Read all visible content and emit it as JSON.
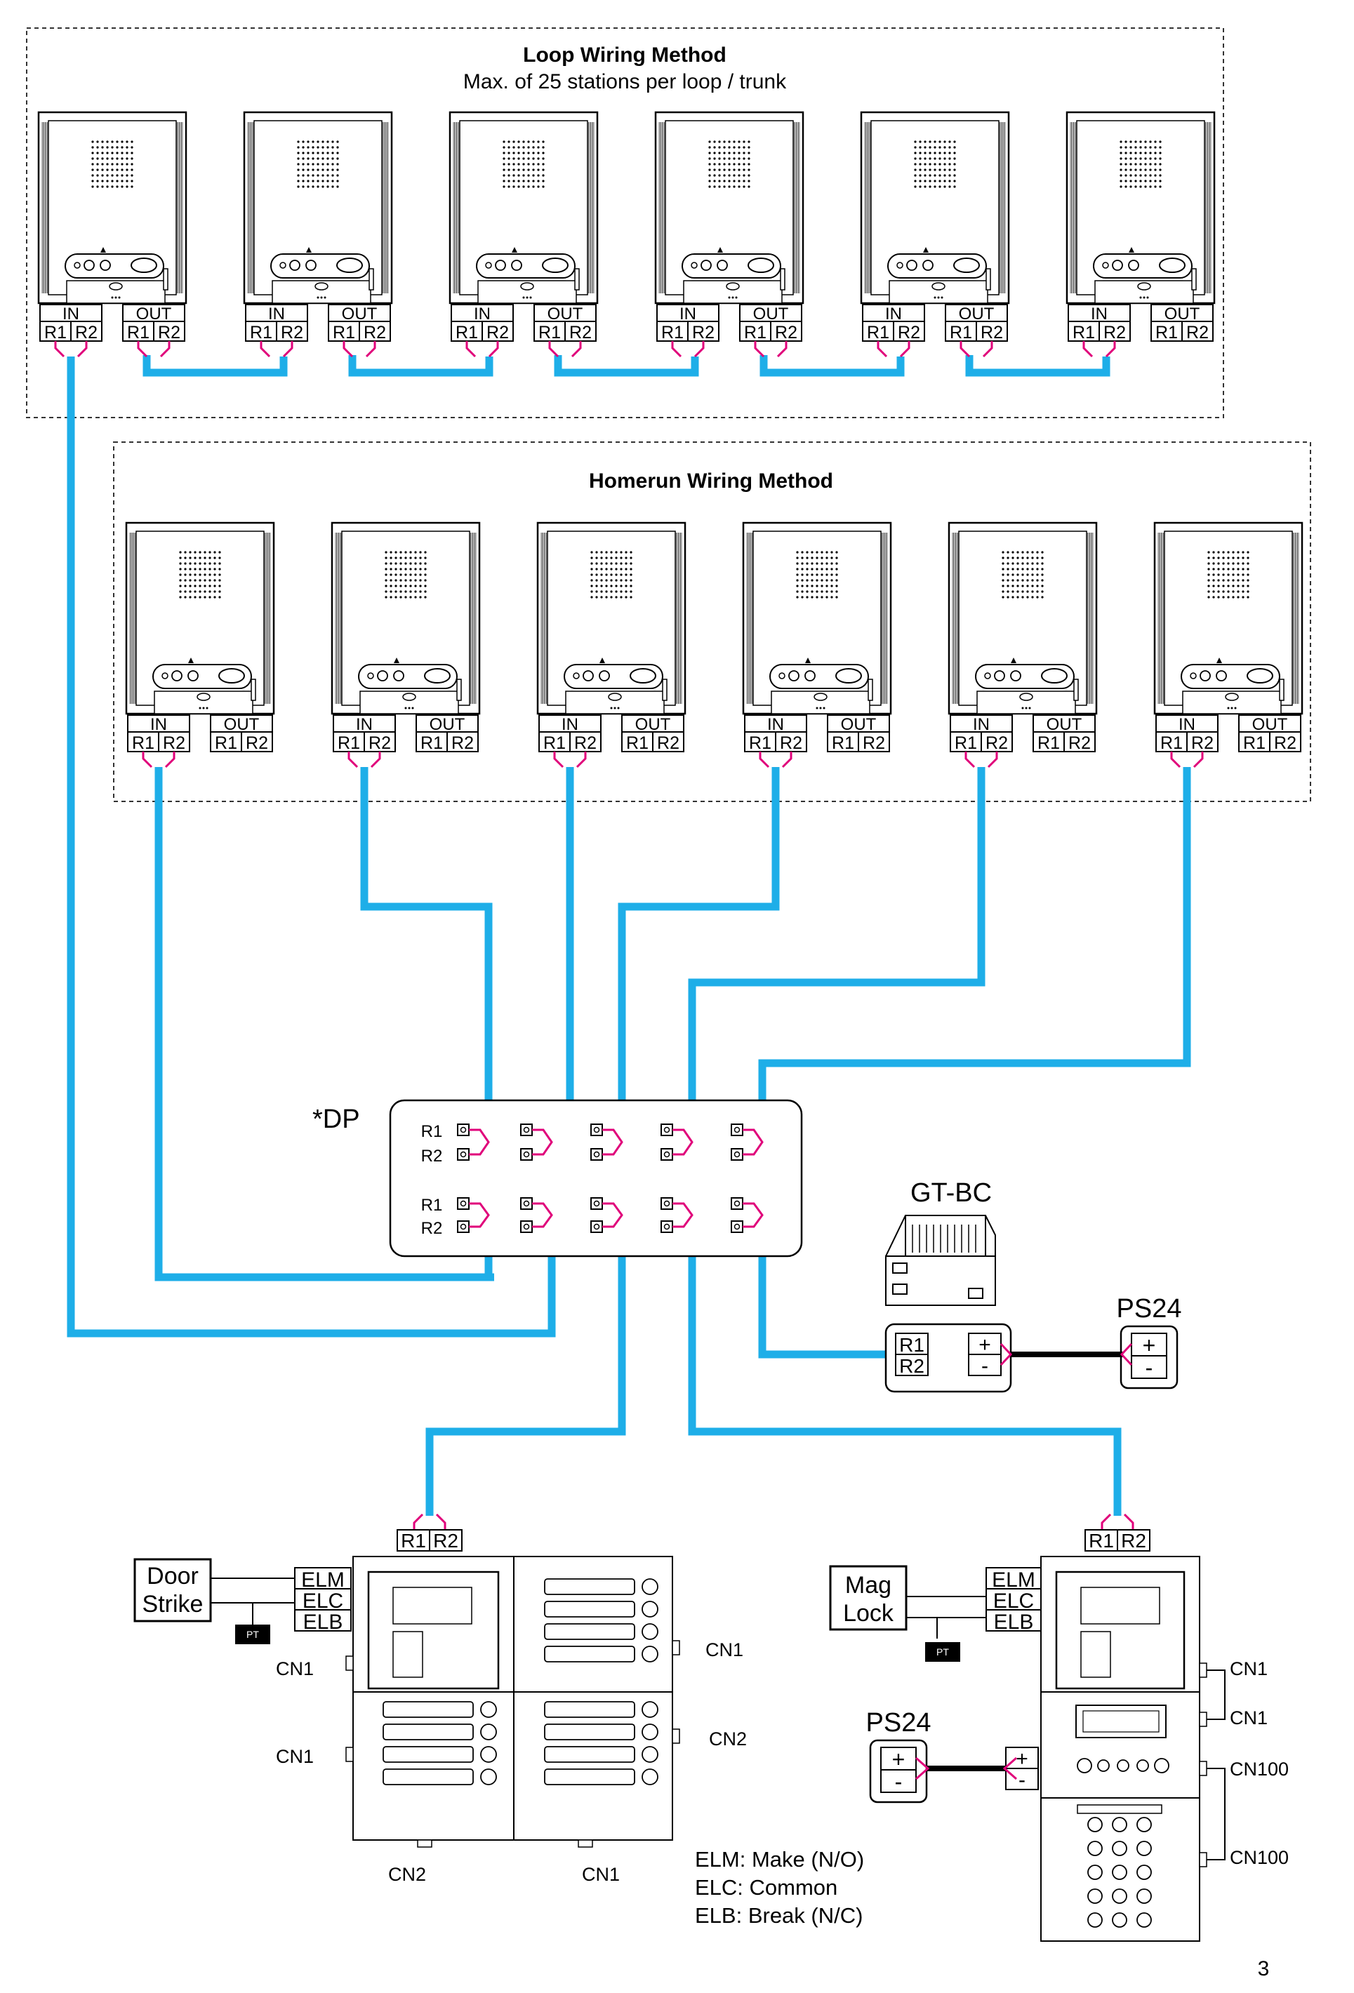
{
  "loop": {
    "title": "Loop Wiring Method",
    "subtitle": "Max. of 25 stations per loop / trunk"
  },
  "homerun": {
    "title": "Homerun Wiring Method"
  },
  "station": {
    "in": "IN",
    "out": "OUT",
    "r1": "R1",
    "r2": "R2"
  },
  "dp": {
    "label": "*DP",
    "r1": "R1",
    "r2": "R2"
  },
  "gtbc": {
    "label": "GT-BC",
    "r1": "R1",
    "r2": "R2",
    "plus": "+",
    "minus": "-"
  },
  "ps24": {
    "label": "PS24",
    "plus": "+",
    "minus": "-"
  },
  "door_left": {
    "device_line1": "Door",
    "device_line2": "Strike",
    "terminals": [
      "ELM",
      "ELC",
      "ELB"
    ],
    "pt": "PT",
    "r1": "R1",
    "r2": "R2",
    "cn_labels": [
      "CN1",
      "CN1",
      "CN2",
      "CN1",
      "CN2",
      "CN1"
    ]
  },
  "door_right": {
    "device_line1": "Mag",
    "device_line2": "Lock",
    "terminals": [
      "ELM",
      "ELC",
      "ELB"
    ],
    "pt": "PT",
    "r1": "R1",
    "r2": "R2",
    "cn_labels": [
      "CN1",
      "CN1",
      "CN100",
      "CN100"
    ]
  },
  "legend": [
    "ELM: Make (N/O)",
    "ELC: Common",
    "ELB: Break (N/C)"
  ],
  "page_number": "3",
  "colors": {
    "wire": "#1eaee8",
    "lead": "#e0007a",
    "line": "#000000"
  }
}
